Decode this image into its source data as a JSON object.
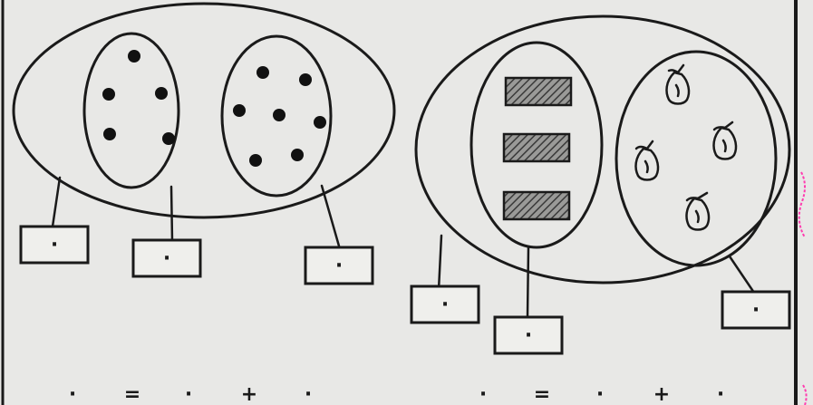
{
  "equations": {
    "left": {
      "a": "·",
      "eq": "=",
      "b": "·",
      "plus": "+",
      "c": "·"
    },
    "right": {
      "a": "·",
      "eq": "=",
      "b": "·",
      "plus": "+",
      "c": "·"
    }
  },
  "boxes": {
    "left_total": "·",
    "left_part_a": "·",
    "left_part_b": "·",
    "right_total": "·",
    "right_part_a": "·",
    "right_part_b": "·"
  },
  "groups": {
    "left_set_a_dots": 5,
    "left_set_b_dots": 7,
    "right_set_a_bars": 3,
    "right_set_b_pears": 4
  },
  "colors": {
    "ink": "#1a1a1a",
    "paper": "#e8e8e6",
    "hatch": "#555555",
    "margin_mark": "#ff3db0"
  }
}
